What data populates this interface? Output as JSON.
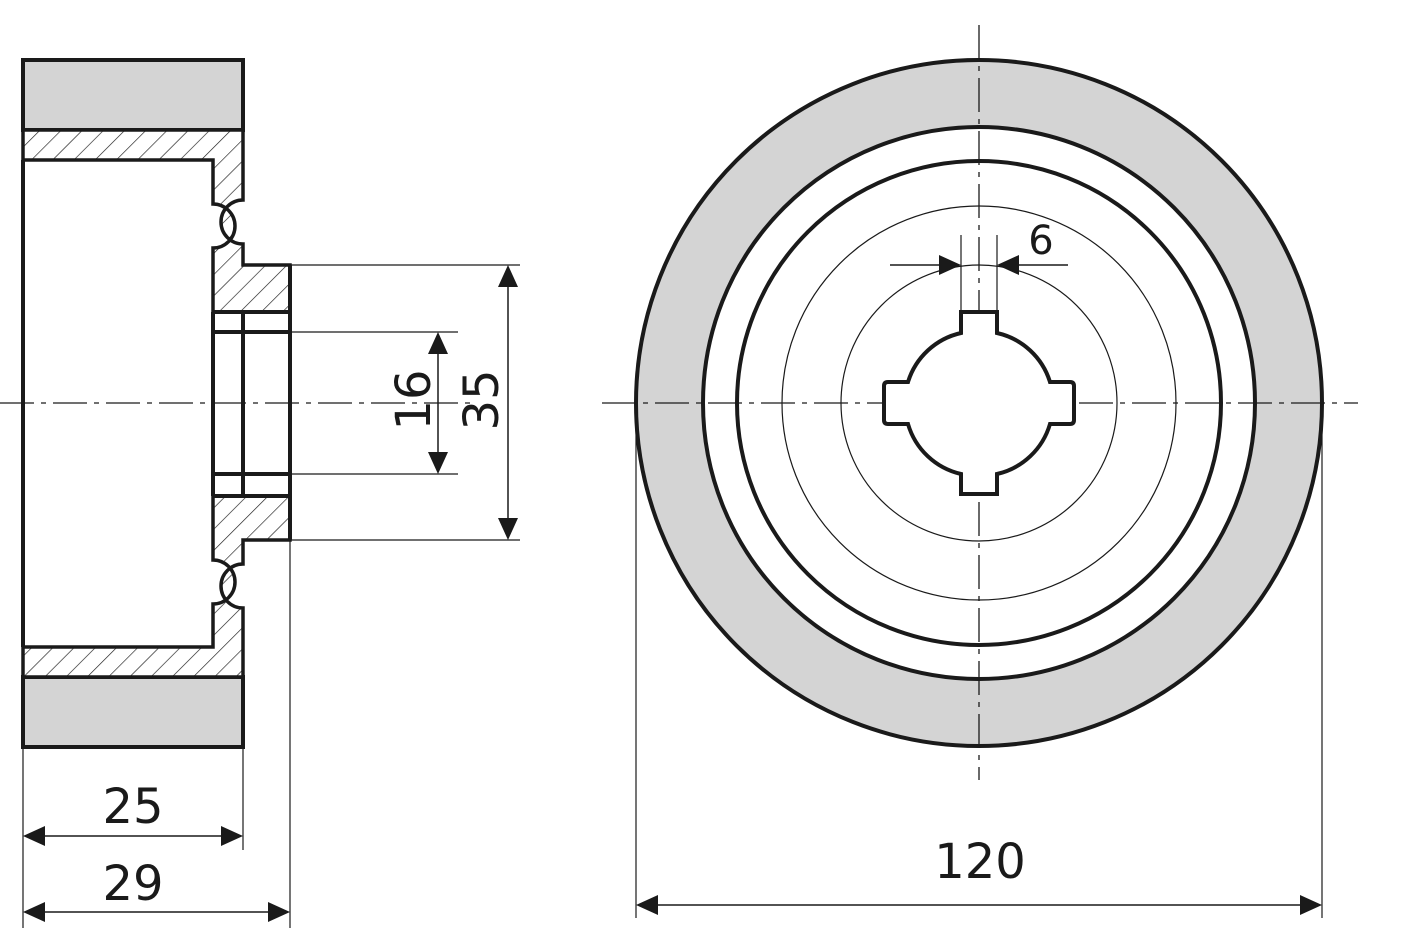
{
  "colors": {
    "tyre": "#d4d4d4",
    "line": "#1a1a1a"
  },
  "dimensions": {
    "width_25": "25",
    "width_29": "29",
    "hub_35": "35",
    "bore_16": "16",
    "key_6": "6",
    "diameter_120": "120"
  }
}
